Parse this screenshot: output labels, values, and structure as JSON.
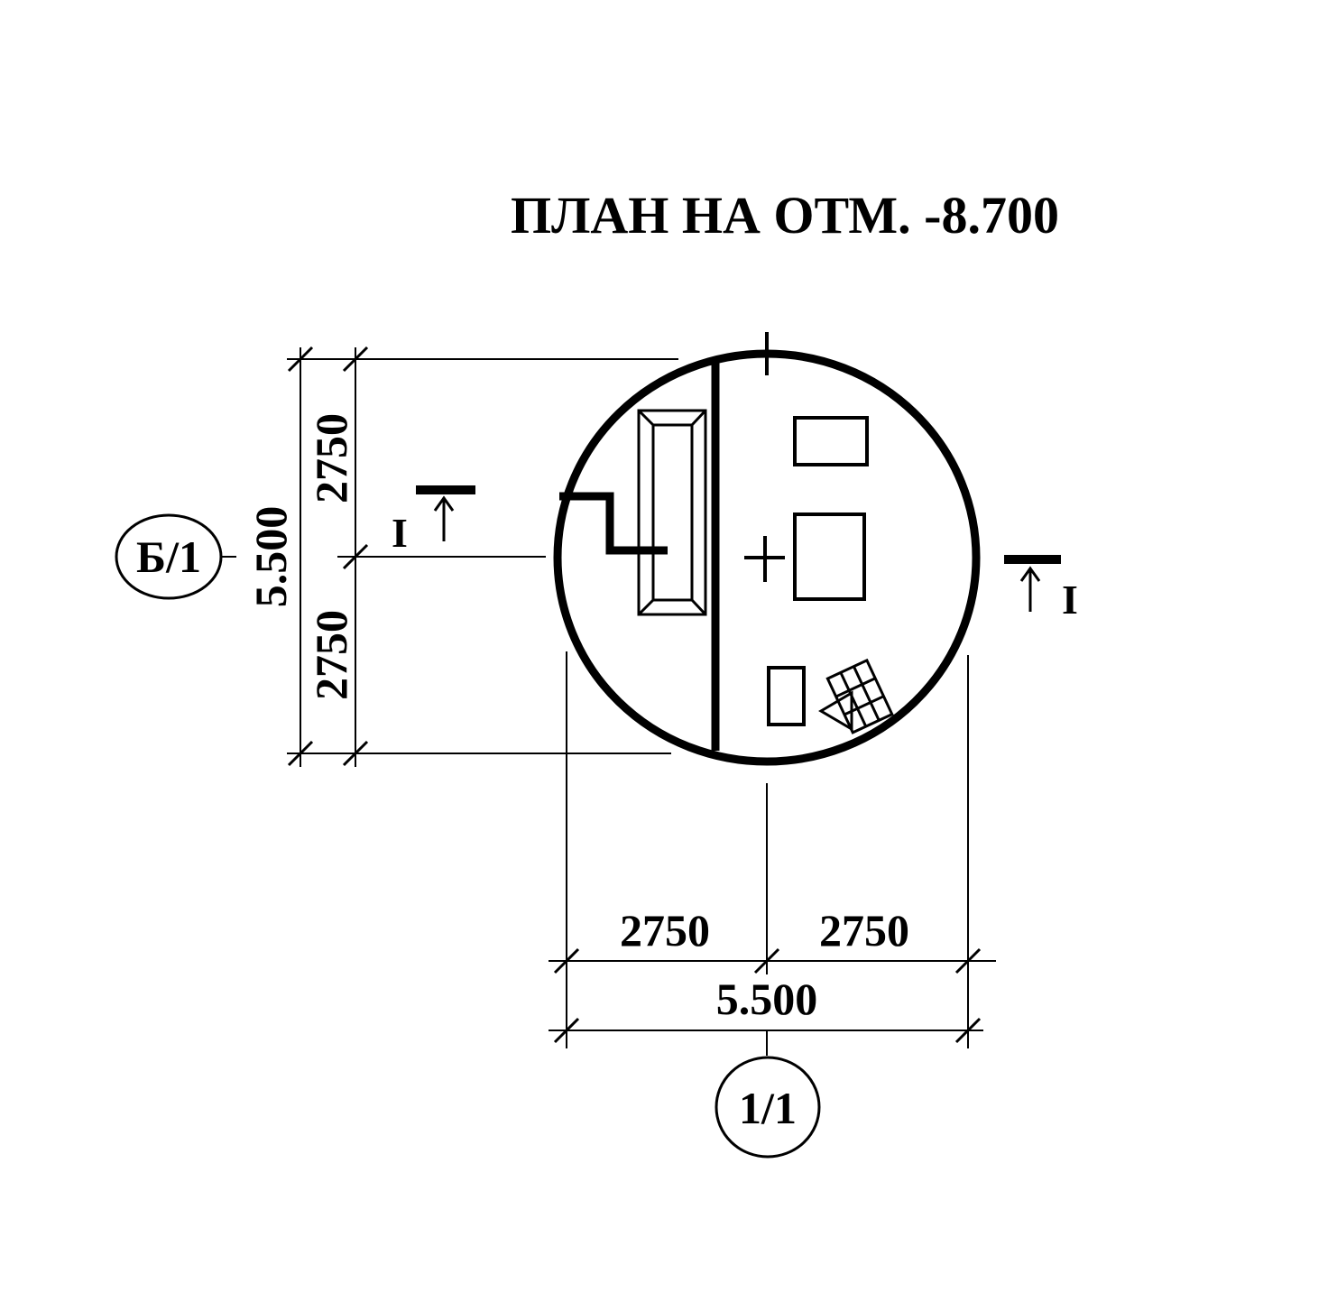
{
  "title": "ПЛАН НА ОТМ. -8.700",
  "axes": {
    "row_axis": "Б/1",
    "column_axis": "1/1"
  },
  "dimensions": {
    "vertical_top": "2750",
    "vertical_bottom": "2750",
    "vertical_total": "5.500",
    "horizontal_left": "2750",
    "horizontal_right": "2750",
    "horizontal_total": "5.500"
  },
  "section_marks": {
    "left": "I",
    "right": "I"
  },
  "colors": {
    "ink": "#000000",
    "paper": "#ffffff"
  }
}
